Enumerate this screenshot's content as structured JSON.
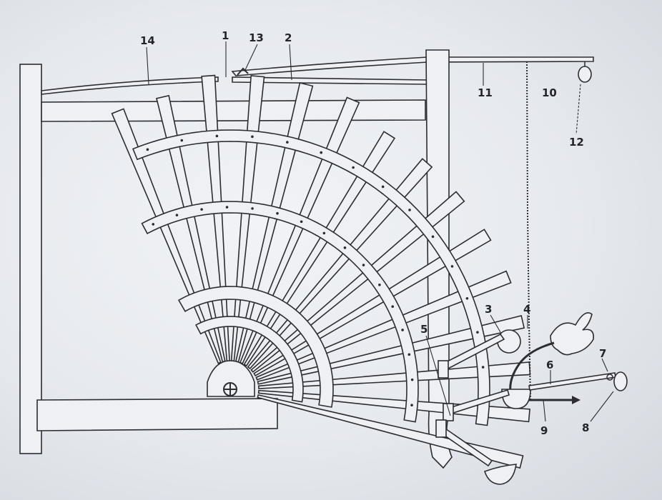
{
  "labels": {
    "l1": "1",
    "l2": "2",
    "l3": "3",
    "l4": "4",
    "l5": "5",
    "l6": "6",
    "l7": "7",
    "l8": "8",
    "l9": "9",
    "l10": "10",
    "l11": "11",
    "l12": "12",
    "l13": "13",
    "l14": "14"
  },
  "colors": {
    "ink": "#2b2d33",
    "paper": "#eef0f4"
  }
}
